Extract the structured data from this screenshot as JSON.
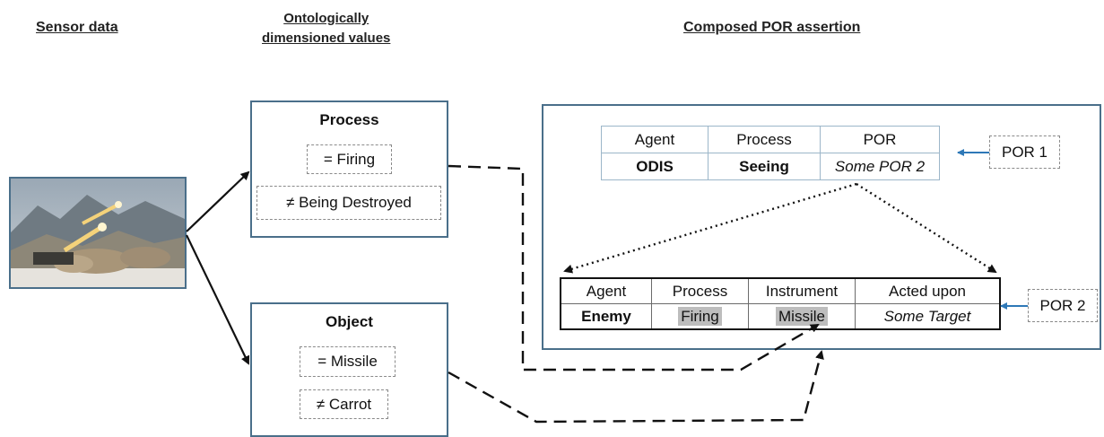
{
  "headings": {
    "sensor": "Sensor data",
    "ontological_line1": "Ontologically",
    "ontological_line2": "dimensioned values",
    "composed": "Composed POR assertion"
  },
  "process_box": {
    "title": "Process",
    "positive": "= Firing",
    "negative": "≠ Being Destroyed"
  },
  "object_box": {
    "title": "Object",
    "positive": "= Missile",
    "negative": "≠ Carrot"
  },
  "por1": {
    "tag": "POR 1",
    "headers": [
      "Agent",
      "Process",
      "POR"
    ],
    "values": [
      "ODIS",
      "Seeing",
      "Some POR 2"
    ]
  },
  "por2": {
    "tag": "POR 2",
    "headers": [
      "Agent",
      "Process",
      "Instrument",
      "Acted upon"
    ],
    "values": [
      "Enemy",
      "Firing",
      "Missile",
      "Some Target"
    ]
  },
  "colors": {
    "box_border": "#4a6f8a",
    "tag_arrow": "#2e78b7",
    "highlight": "#bdbdbd"
  },
  "image": {
    "subject": "missile-launch-photo"
  }
}
